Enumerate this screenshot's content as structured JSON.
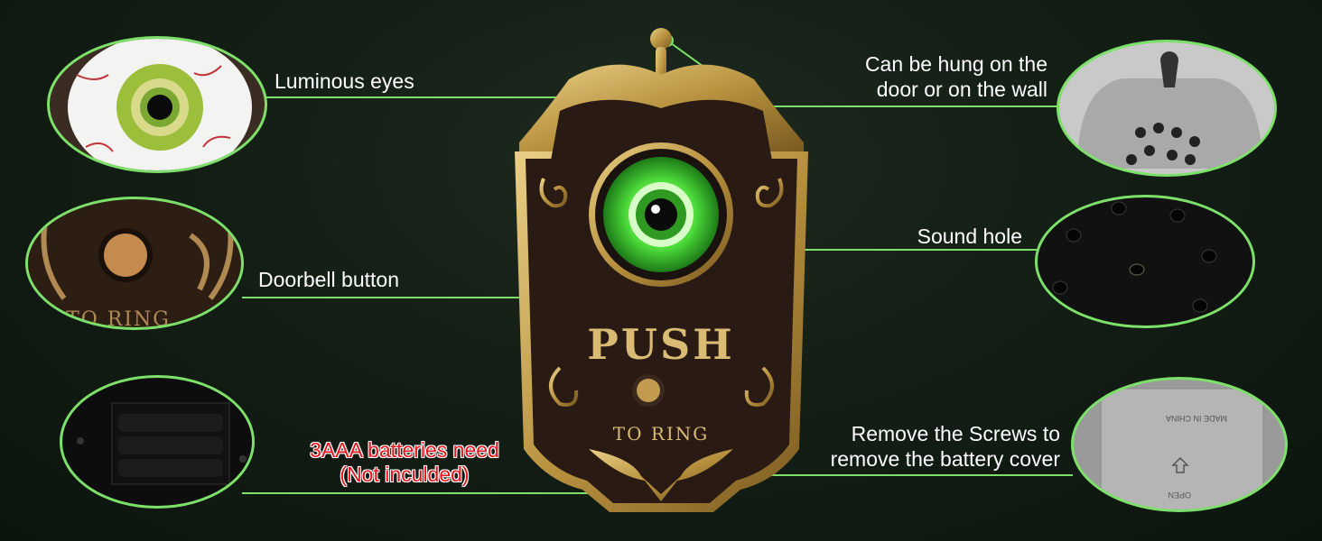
{
  "callouts": {
    "luminous_eyes": "Luminous eyes",
    "doorbell_button": "Doorbell button",
    "batteries_line1": "3AAA batteries need",
    "batteries_line2": "(Not inculded)",
    "hang_line1": "Can be hung on the",
    "hang_line2": "door or on the wall",
    "sound_hole": "Sound hole",
    "screws_line1": "Remove the Screws to",
    "screws_line2": "remove the battery cover"
  },
  "doorbell": {
    "push_text": "PUSH",
    "to_ring_text": "TO RING"
  },
  "detail_images": {
    "button_closeup_text": "TO RING",
    "battery_cover_text_1": "MADE IN CHINA",
    "battery_cover_text_2": "OPEN"
  },
  "colors": {
    "accent_green": "#7de06a",
    "warning_red": "#e8141c",
    "gold": "#c9a656",
    "background": "#142016"
  }
}
